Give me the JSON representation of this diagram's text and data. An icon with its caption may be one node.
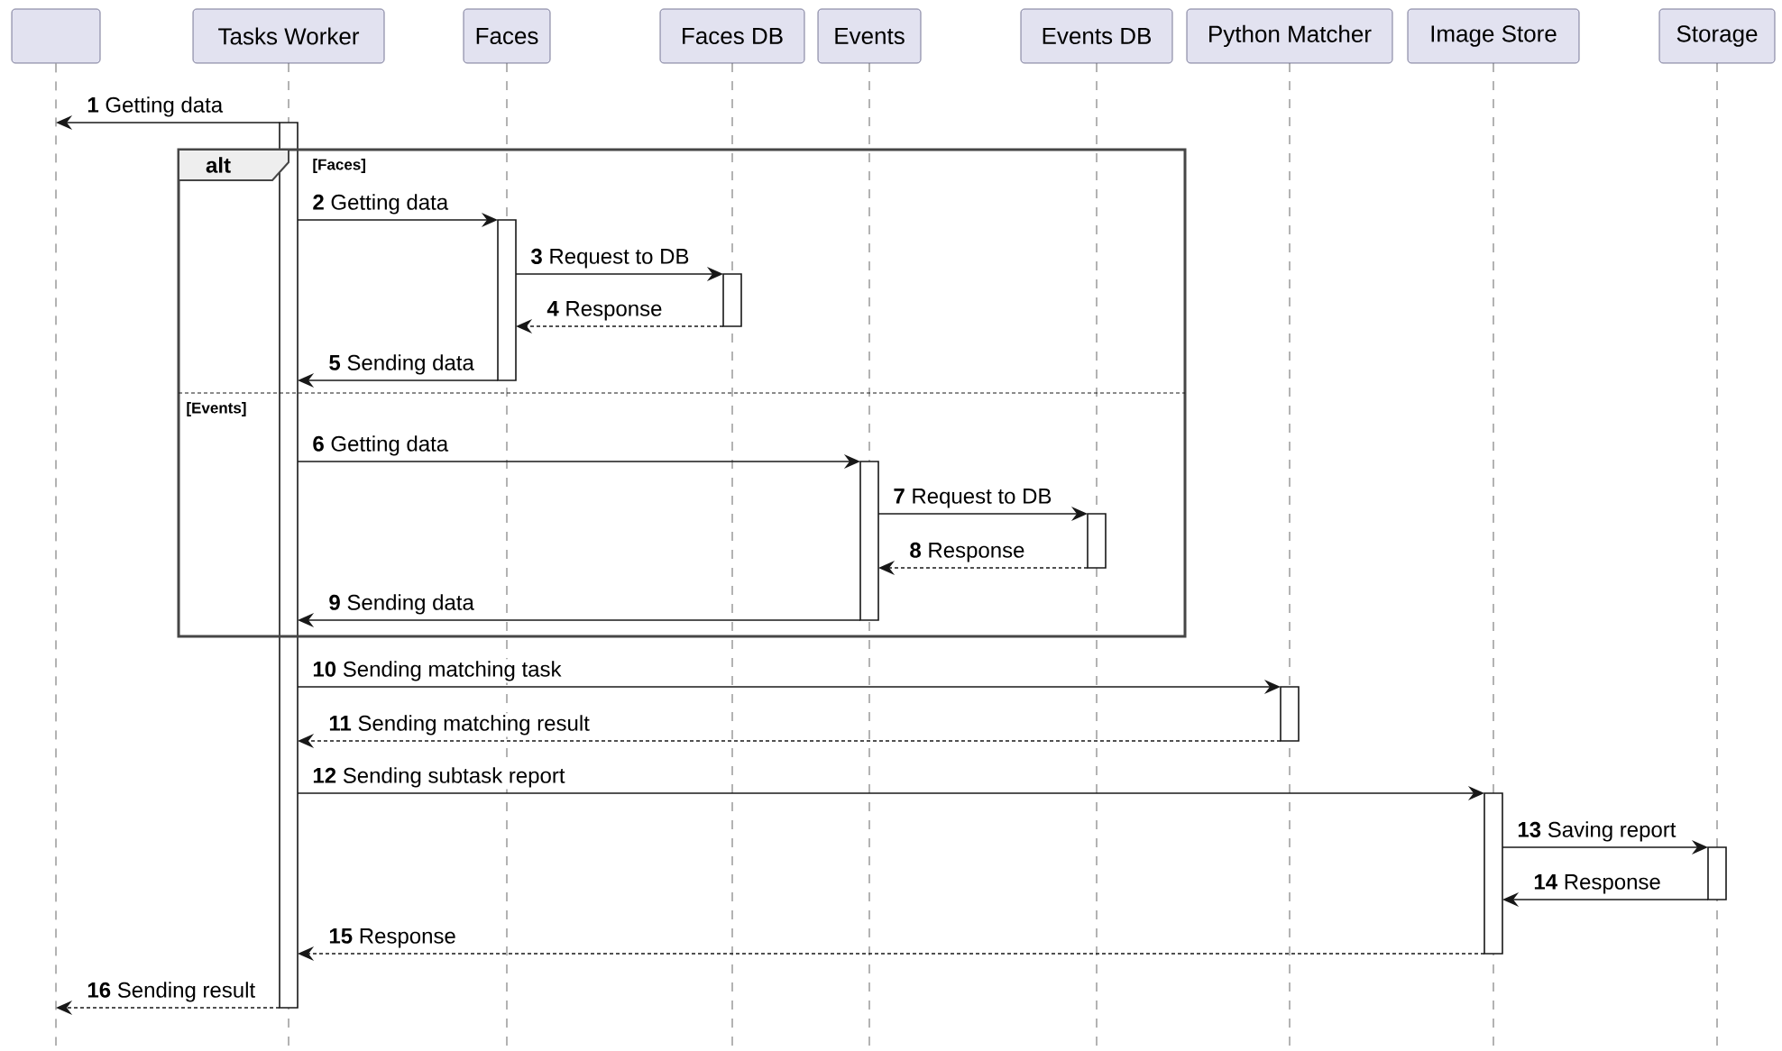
{
  "diagram": {
    "nodes": [
      {
        "text": [],
        "shape": "box"
      },
      {
        "text": [
          "Tasks Worker"
        ]
      },
      {
        "text": [
          "Faces"
        ]
      },
      {
        "text": [
          "Faces DB"
        ]
      },
      {
        "text": [
          "Events"
        ]
      },
      {
        "text": [
          "Events DB"
        ]
      },
      {
        "text": [
          "Python Matcher"
        ]
      },
      {
        "text": [
          "Image Store"
        ]
      },
      {
        "text": [
          "Storage"
        ]
      }
    ],
    "labels": [
      "alt",
      "[Faces]",
      "[Events]"
    ],
    "edges": [
      {
        "from": 1,
        "to": 0,
        "arrow": "to",
        "label": "**1** Getting data"
      },
      {
        "from": 1,
        "to": 2,
        "arrow": "to",
        "label": "**2** Getting data"
      },
      {
        "from": 2,
        "to": 3,
        "arrow": "to",
        "label": "**3** Request to DB"
      },
      {
        "from": 3,
        "to": 2,
        "arrow": "to",
        "label": "**4** Response",
        "style": "dashed"
      },
      {
        "from": 2,
        "to": 1,
        "arrow": "to",
        "label": "**5** Sending data"
      },
      {
        "from": 1,
        "to": 4,
        "arrow": "to",
        "label": "**6** Getting data"
      },
      {
        "from": 4,
        "to": 5,
        "arrow": "to",
        "label": "**7** Request to DB"
      },
      {
        "from": 5,
        "to": 4,
        "arrow": "to",
        "label": "**8** Response",
        "style": "dashed"
      },
      {
        "from": 4,
        "to": 1,
        "arrow": "to",
        "label": "**9** Sending data"
      },
      {
        "from": 1,
        "to": 6,
        "arrow": "to",
        "label": "**10** Sending matching task"
      },
      {
        "from": 6,
        "to": 1,
        "arrow": "to",
        "label": "**11** Sending matching result",
        "style": "dashed"
      },
      {
        "from": 1,
        "to": 7,
        "arrow": "to",
        "label": "**12** Sending subtask report"
      },
      {
        "from": 7,
        "to": 8,
        "arrow": "to",
        "label": "**13** Saving report"
      },
      {
        "from": 8,
        "to": 7,
        "arrow": "to",
        "label": "**14** Response"
      },
      {
        "from": 7,
        "to": 1,
        "arrow": "to",
        "label": "**15** Response",
        "style": "dashed"
      },
      {
        "from": 1,
        "to": 0,
        "arrow": "to",
        "label": "**16** Sending result",
        "style": "dashed"
      }
    ]
  }
}
